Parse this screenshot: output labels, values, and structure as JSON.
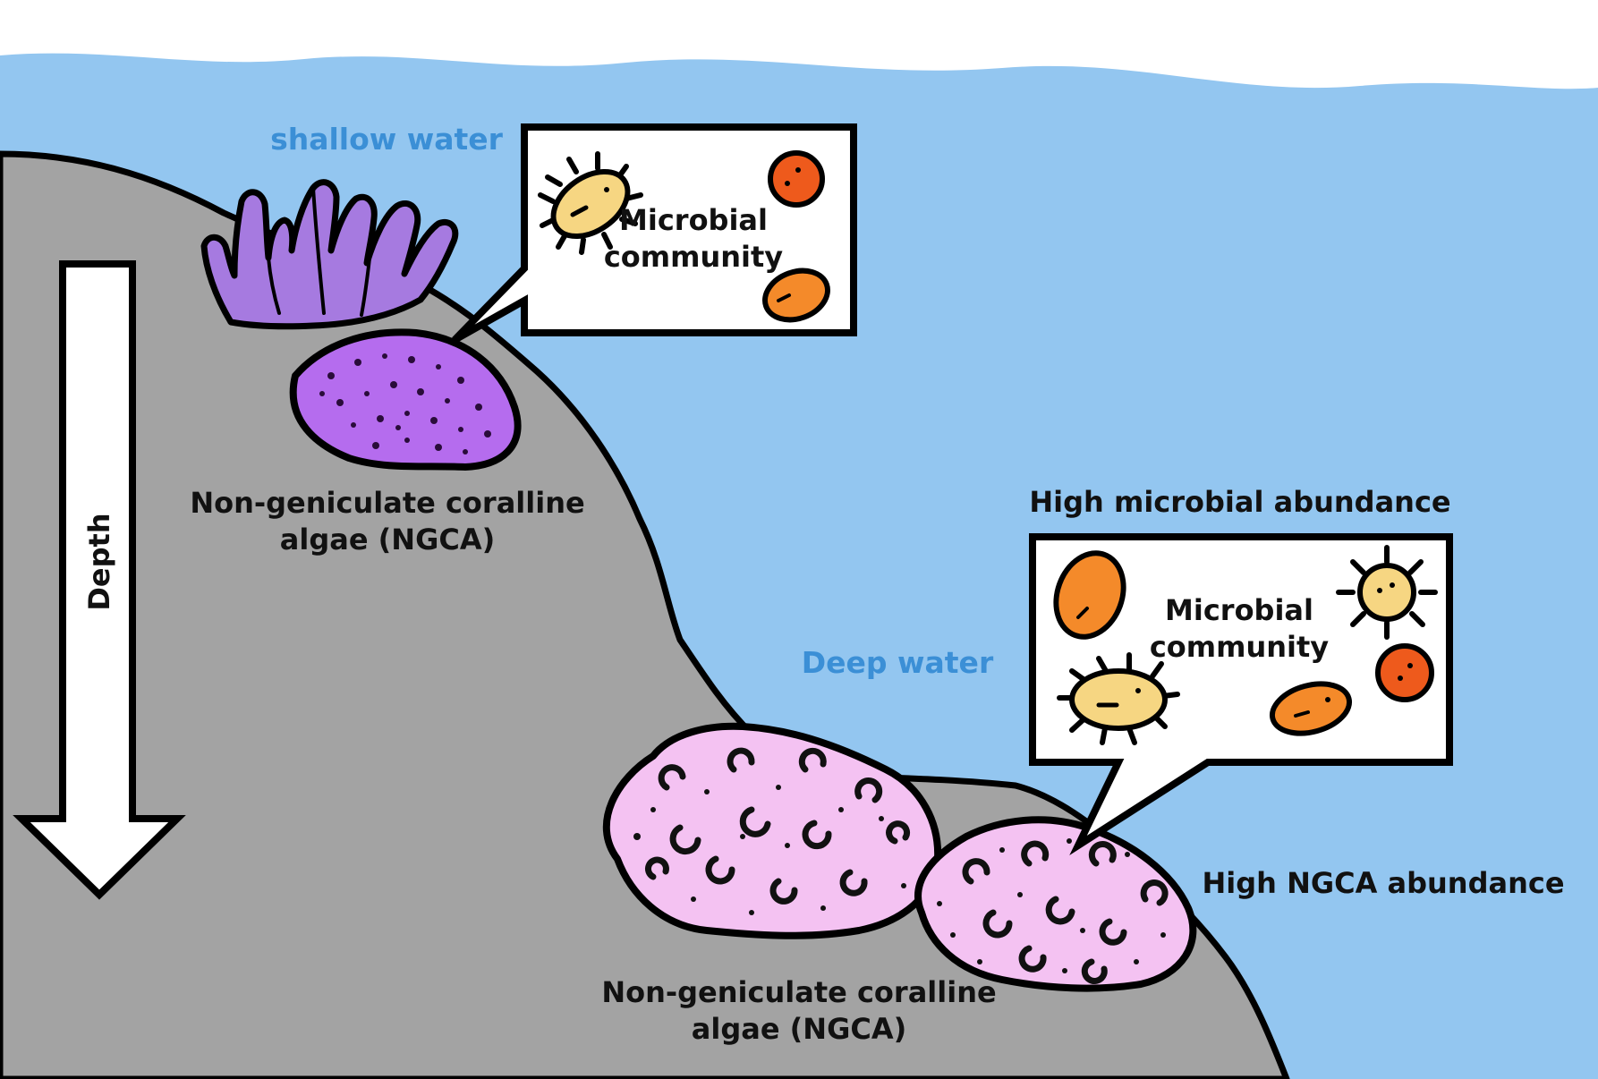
{
  "labels": {
    "shallow_water": "shallow water",
    "deep_water": "Deep water",
    "depth": "Depth",
    "ngca_top_line1": "Non-geniculate coralline",
    "ngca_top_line2": "algae (NGCA)",
    "ngca_bottom_line1": "Non-geniculate coralline",
    "ngca_bottom_line2": "algae (NGCA)",
    "high_microbial": "High microbial abundance",
    "high_ngca": "High NGCA abundance",
    "box1_line1": "Microbial",
    "box1_line2": "community",
    "box2_line1": "Microbial",
    "box2_line2": "community"
  },
  "colors": {
    "water": "#93c6f0",
    "rock": "#a3a3a3",
    "coral": "#a67ae0",
    "ngca_shallow": "#b56cee",
    "ngca_deep": "#f4c2f2",
    "microbe_orange": "#f48a2a",
    "microbe_red": "#ee5a1c",
    "microbe_yellow": "#f6d682",
    "outline": "#000000",
    "label_blue": "#3b8fd6"
  },
  "icons": [
    "coral-icon",
    "ngca-algae-icon",
    "microbe-spiky-icon",
    "microbe-round-icon",
    "microbe-oval-icon",
    "depth-arrow-icon"
  ]
}
